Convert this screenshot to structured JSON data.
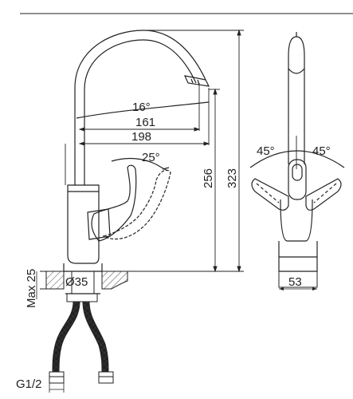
{
  "dimensions": {
    "spout_angle": "16°",
    "spout_reach_inner": "161",
    "spout_reach_total": "198",
    "lever_angle": "25°",
    "height_outlet": "256",
    "height_total": "323",
    "side_angle_left": "45°",
    "side_angle_right": "45°",
    "base_width": "53",
    "hole_diameter": "Ø35",
    "max_deck": "Max 25",
    "thread": "G1/2"
  },
  "colors": {
    "line": "#222222",
    "hatch": "#555555"
  }
}
